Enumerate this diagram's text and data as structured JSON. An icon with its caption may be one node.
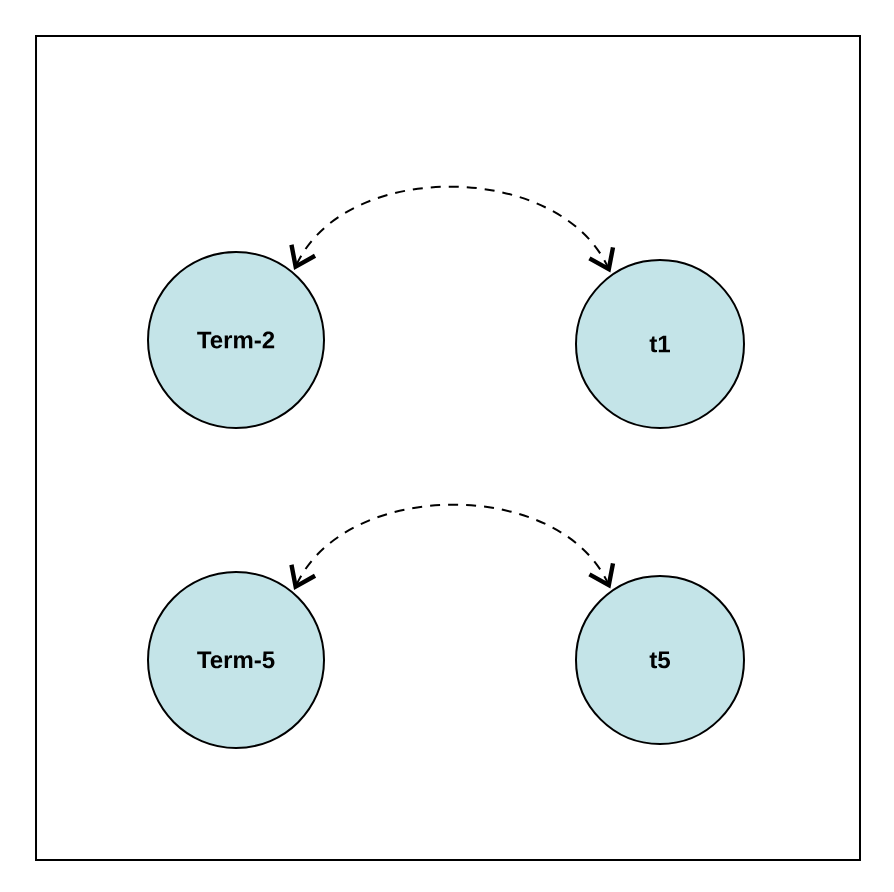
{
  "diagram": {
    "nodes": [
      {
        "text": [
          "Term-2"
        ]
      },
      {
        "text": [
          "t1"
        ]
      },
      {
        "text": [
          "Term-5"
        ]
      },
      {
        "text": [
          "t5"
        ]
      }
    ],
    "edges": [
      {
        "from": 0,
        "to": 1,
        "arrow": "both",
        "style": "dashed"
      },
      {
        "from": 2,
        "to": 3,
        "arrow": "both",
        "style": "dashed"
      }
    ]
  }
}
